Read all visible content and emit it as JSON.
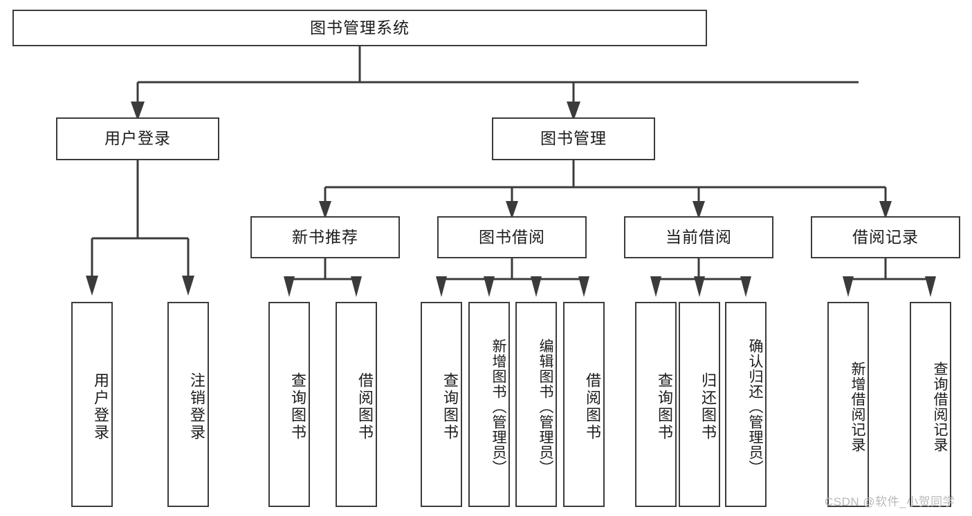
{
  "diagram": {
    "title": "图书管理系统",
    "type": "tree",
    "root": {
      "id": "root",
      "label": "图书管理系统"
    },
    "level2": [
      {
        "id": "user-login",
        "label": "用户登录"
      },
      {
        "id": "book-management",
        "label": "图书管理"
      }
    ],
    "level3": [
      {
        "id": "new-book-recommend",
        "label": "新书推荐",
        "parent": "book-management"
      },
      {
        "id": "book-borrow",
        "label": "图书借阅",
        "parent": "book-management"
      },
      {
        "id": "current-borrow",
        "label": "当前借阅",
        "parent": "book-management"
      },
      {
        "id": "borrow-record",
        "label": "借阅记录",
        "parent": "book-management"
      }
    ],
    "leaves": {
      "user-login": [
        {
          "id": "leaf-user-login",
          "label": "用户登录"
        },
        {
          "id": "leaf-user-logout",
          "label": "注销登录"
        }
      ],
      "new-book-recommend": [
        {
          "id": "leaf-query-book-1",
          "label": "查询图书"
        },
        {
          "id": "leaf-borrow-book-1",
          "label": "借阅图书"
        }
      ],
      "book-borrow": [
        {
          "id": "leaf-query-book-2",
          "label": "查询图书"
        },
        {
          "id": "leaf-add-book",
          "label": "新增图书（管理员）"
        },
        {
          "id": "leaf-edit-book",
          "label": "编辑图书（管理员）"
        },
        {
          "id": "leaf-borrow-book-2",
          "label": "借阅图书"
        }
      ],
      "current-borrow": [
        {
          "id": "leaf-query-book-3",
          "label": "查询图书"
        },
        {
          "id": "leaf-return-book",
          "label": "归还图书"
        },
        {
          "id": "leaf-confirm-return",
          "label": "确认归还（管理员）"
        }
      ],
      "borrow-record": [
        {
          "id": "leaf-add-record",
          "label": "新增借阅记录"
        },
        {
          "id": "leaf-query-record",
          "label": "查询借阅记录"
        }
      ]
    }
  },
  "watermark": {
    "text": "CSDN @软件_小贺同学"
  },
  "colors": {
    "stroke": "#3b3b3b",
    "background": "#ffffff",
    "text": "#1b1b1b",
    "watermark": "#b9b9b9"
  }
}
